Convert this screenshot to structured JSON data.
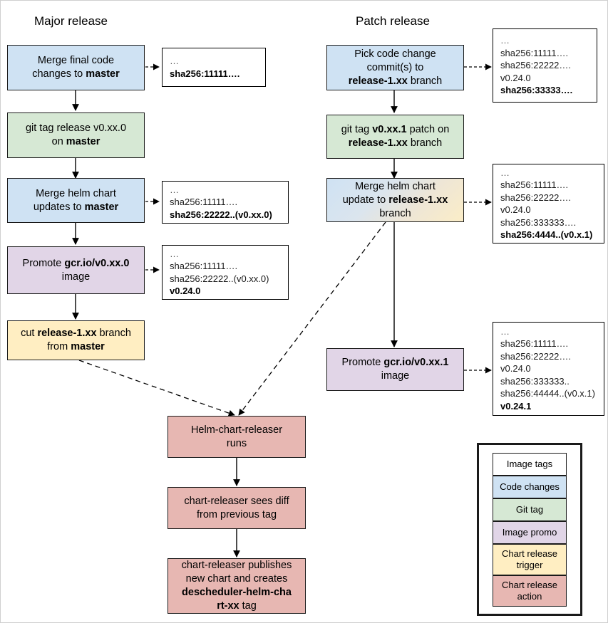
{
  "diagram": {
    "title_major": "Major release",
    "title_patch": "Patch release"
  },
  "major_release": {
    "nodes": [
      {
        "id": "merge-final-code",
        "kind": "code-changes",
        "html": "Merge final code<br>changes to <b>master</b>"
      },
      {
        "id": "git-tag-release",
        "kind": "git-tag",
        "html": "git tag release v0.xx.0<br>on <b>master</b>"
      },
      {
        "id": "merge-helm-chart-master",
        "kind": "code-changes",
        "html": "Merge helm chart<br>updates to <b>master</b>"
      },
      {
        "id": "promote-image-major",
        "kind": "image-promo",
        "html": "Promote <b>gcr.io/v0.xx.0</b><br>image"
      },
      {
        "id": "cut-release-branch",
        "kind": "chart-release-trigger",
        "html": "cut <b>release-1.xx</b> branch<br>from <b>master</b>"
      }
    ],
    "tagboxes": [
      {
        "id": "tags-major-1",
        "lines": [
          {
            "text": "…",
            "bold": false,
            "ellipsis": true
          },
          {
            "text": "sha256:11111….",
            "bold": true,
            "ellipsis": false
          }
        ]
      },
      {
        "id": "tags-major-2",
        "lines": [
          {
            "text": "…",
            "bold": false,
            "ellipsis": true
          },
          {
            "text": "sha256:11111….",
            "bold": false,
            "ellipsis": false
          },
          {
            "text": "sha256:22222..(v0.xx.0)",
            "bold": true,
            "ellipsis": false
          }
        ]
      },
      {
        "id": "tags-major-3",
        "lines": [
          {
            "text": "…",
            "bold": false,
            "ellipsis": true
          },
          {
            "text": "sha256:11111….",
            "bold": false,
            "ellipsis": false
          },
          {
            "text": "sha256:22222..(v0.xx.0)",
            "bold": false,
            "ellipsis": false
          },
          {
            "text": "v0.24.0",
            "bold": true,
            "ellipsis": false
          }
        ]
      }
    ]
  },
  "patch_release": {
    "nodes": [
      {
        "id": "pick-code-change",
        "kind": "code-changes",
        "html": "Pick code change<br>commit(s) to<br><b>release-1.xx</b> branch"
      },
      {
        "id": "git-tag-patch",
        "kind": "git-tag",
        "html": "git tag <b>v0.xx.1</b> patch on<br><b>release-1.xx</b> branch"
      },
      {
        "id": "merge-helm-chart-release",
        "kind": "code-changes-trigger-gradient",
        "html": "Merge helm chart<br>update to <b>release-1.xx</b><br>branch"
      },
      {
        "id": "promote-image-patch",
        "kind": "image-promo",
        "html": "Promote <b>gcr.io/v0.xx.1</b><br>image"
      }
    ],
    "tagboxes": [
      {
        "id": "tags-patch-1",
        "lines": [
          {
            "text": "…",
            "bold": false,
            "ellipsis": true
          },
          {
            "text": "sha256:11111….",
            "bold": false,
            "ellipsis": false
          },
          {
            "text": "sha256:22222….",
            "bold": false,
            "ellipsis": false
          },
          {
            "text": "v0.24.0",
            "bold": false,
            "ellipsis": false
          },
          {
            "text": "sha256:33333….",
            "bold": true,
            "ellipsis": false
          }
        ]
      },
      {
        "id": "tags-patch-2",
        "lines": [
          {
            "text": "…",
            "bold": false,
            "ellipsis": true
          },
          {
            "text": "sha256:11111….",
            "bold": false,
            "ellipsis": false
          },
          {
            "text": "sha256:22222….",
            "bold": false,
            "ellipsis": false
          },
          {
            "text": "v0.24.0",
            "bold": false,
            "ellipsis": false
          },
          {
            "text": "sha256:333333….",
            "bold": false,
            "ellipsis": false
          },
          {
            "text": "sha256:4444..(v0.x.1)",
            "bold": true,
            "ellipsis": false
          }
        ]
      },
      {
        "id": "tags-patch-3",
        "lines": [
          {
            "text": "…",
            "bold": false,
            "ellipsis": true
          },
          {
            "text": "sha256:11111….",
            "bold": false,
            "ellipsis": false
          },
          {
            "text": "sha256:22222….",
            "bold": false,
            "ellipsis": false
          },
          {
            "text": "v0.24.0",
            "bold": false,
            "ellipsis": false
          },
          {
            "text": "sha256:333333..",
            "bold": false,
            "ellipsis": false
          },
          {
            "text": "sha256:44444..(v0.x.1)",
            "bold": false,
            "ellipsis": false
          },
          {
            "text": "v0.24.1",
            "bold": true,
            "ellipsis": false
          }
        ]
      }
    ]
  },
  "chart_release_flow": {
    "nodes": [
      {
        "id": "helm-chart-releaser-runs",
        "kind": "chart-release-action",
        "html": "Helm-chart-releaser<br>runs"
      },
      {
        "id": "chart-releaser-sees-diff",
        "kind": "chart-release-action",
        "html": "chart-releaser sees diff<br>from previous tag"
      },
      {
        "id": "chart-releaser-publishes",
        "kind": "chart-release-action",
        "html": "chart-releaser publishes<br>new chart and creates<br><b>descheduler-helm-cha</b><br><b>rt-xx</b> tag"
      }
    ]
  },
  "legend": {
    "items": [
      {
        "label": "Image tags",
        "kind": "image-tags",
        "color": "#ffffff"
      },
      {
        "label": "Code changes",
        "kind": "code-changes",
        "color": "#cfe2f3"
      },
      {
        "label": "Git tag",
        "kind": "git-tag",
        "color": "#d6e8d4"
      },
      {
        "label": "Image promo",
        "kind": "image-promo",
        "color": "#e1d5e7"
      },
      {
        "label": "Chart release trigger",
        "kind": "chart-release-trigger",
        "color": "#ffeec2"
      },
      {
        "label": "Chart release action",
        "kind": "chart-release-action",
        "color": "#e7b7b2"
      }
    ]
  }
}
